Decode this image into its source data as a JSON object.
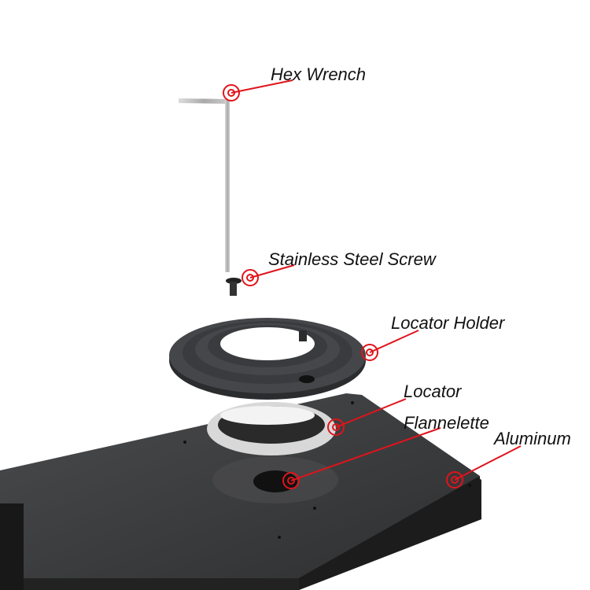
{
  "labels": {
    "hex_wrench": "Hex Wrench",
    "screw": "Stainless Steel Screw",
    "locator_holder": "Locator Holder",
    "locator": "Locator",
    "flannelette": "Flannelette",
    "aluminum": "Aluminum"
  },
  "colors": {
    "callout": "#e0141b",
    "plate": "#3a3b3d",
    "ring": "#3f4042"
  }
}
